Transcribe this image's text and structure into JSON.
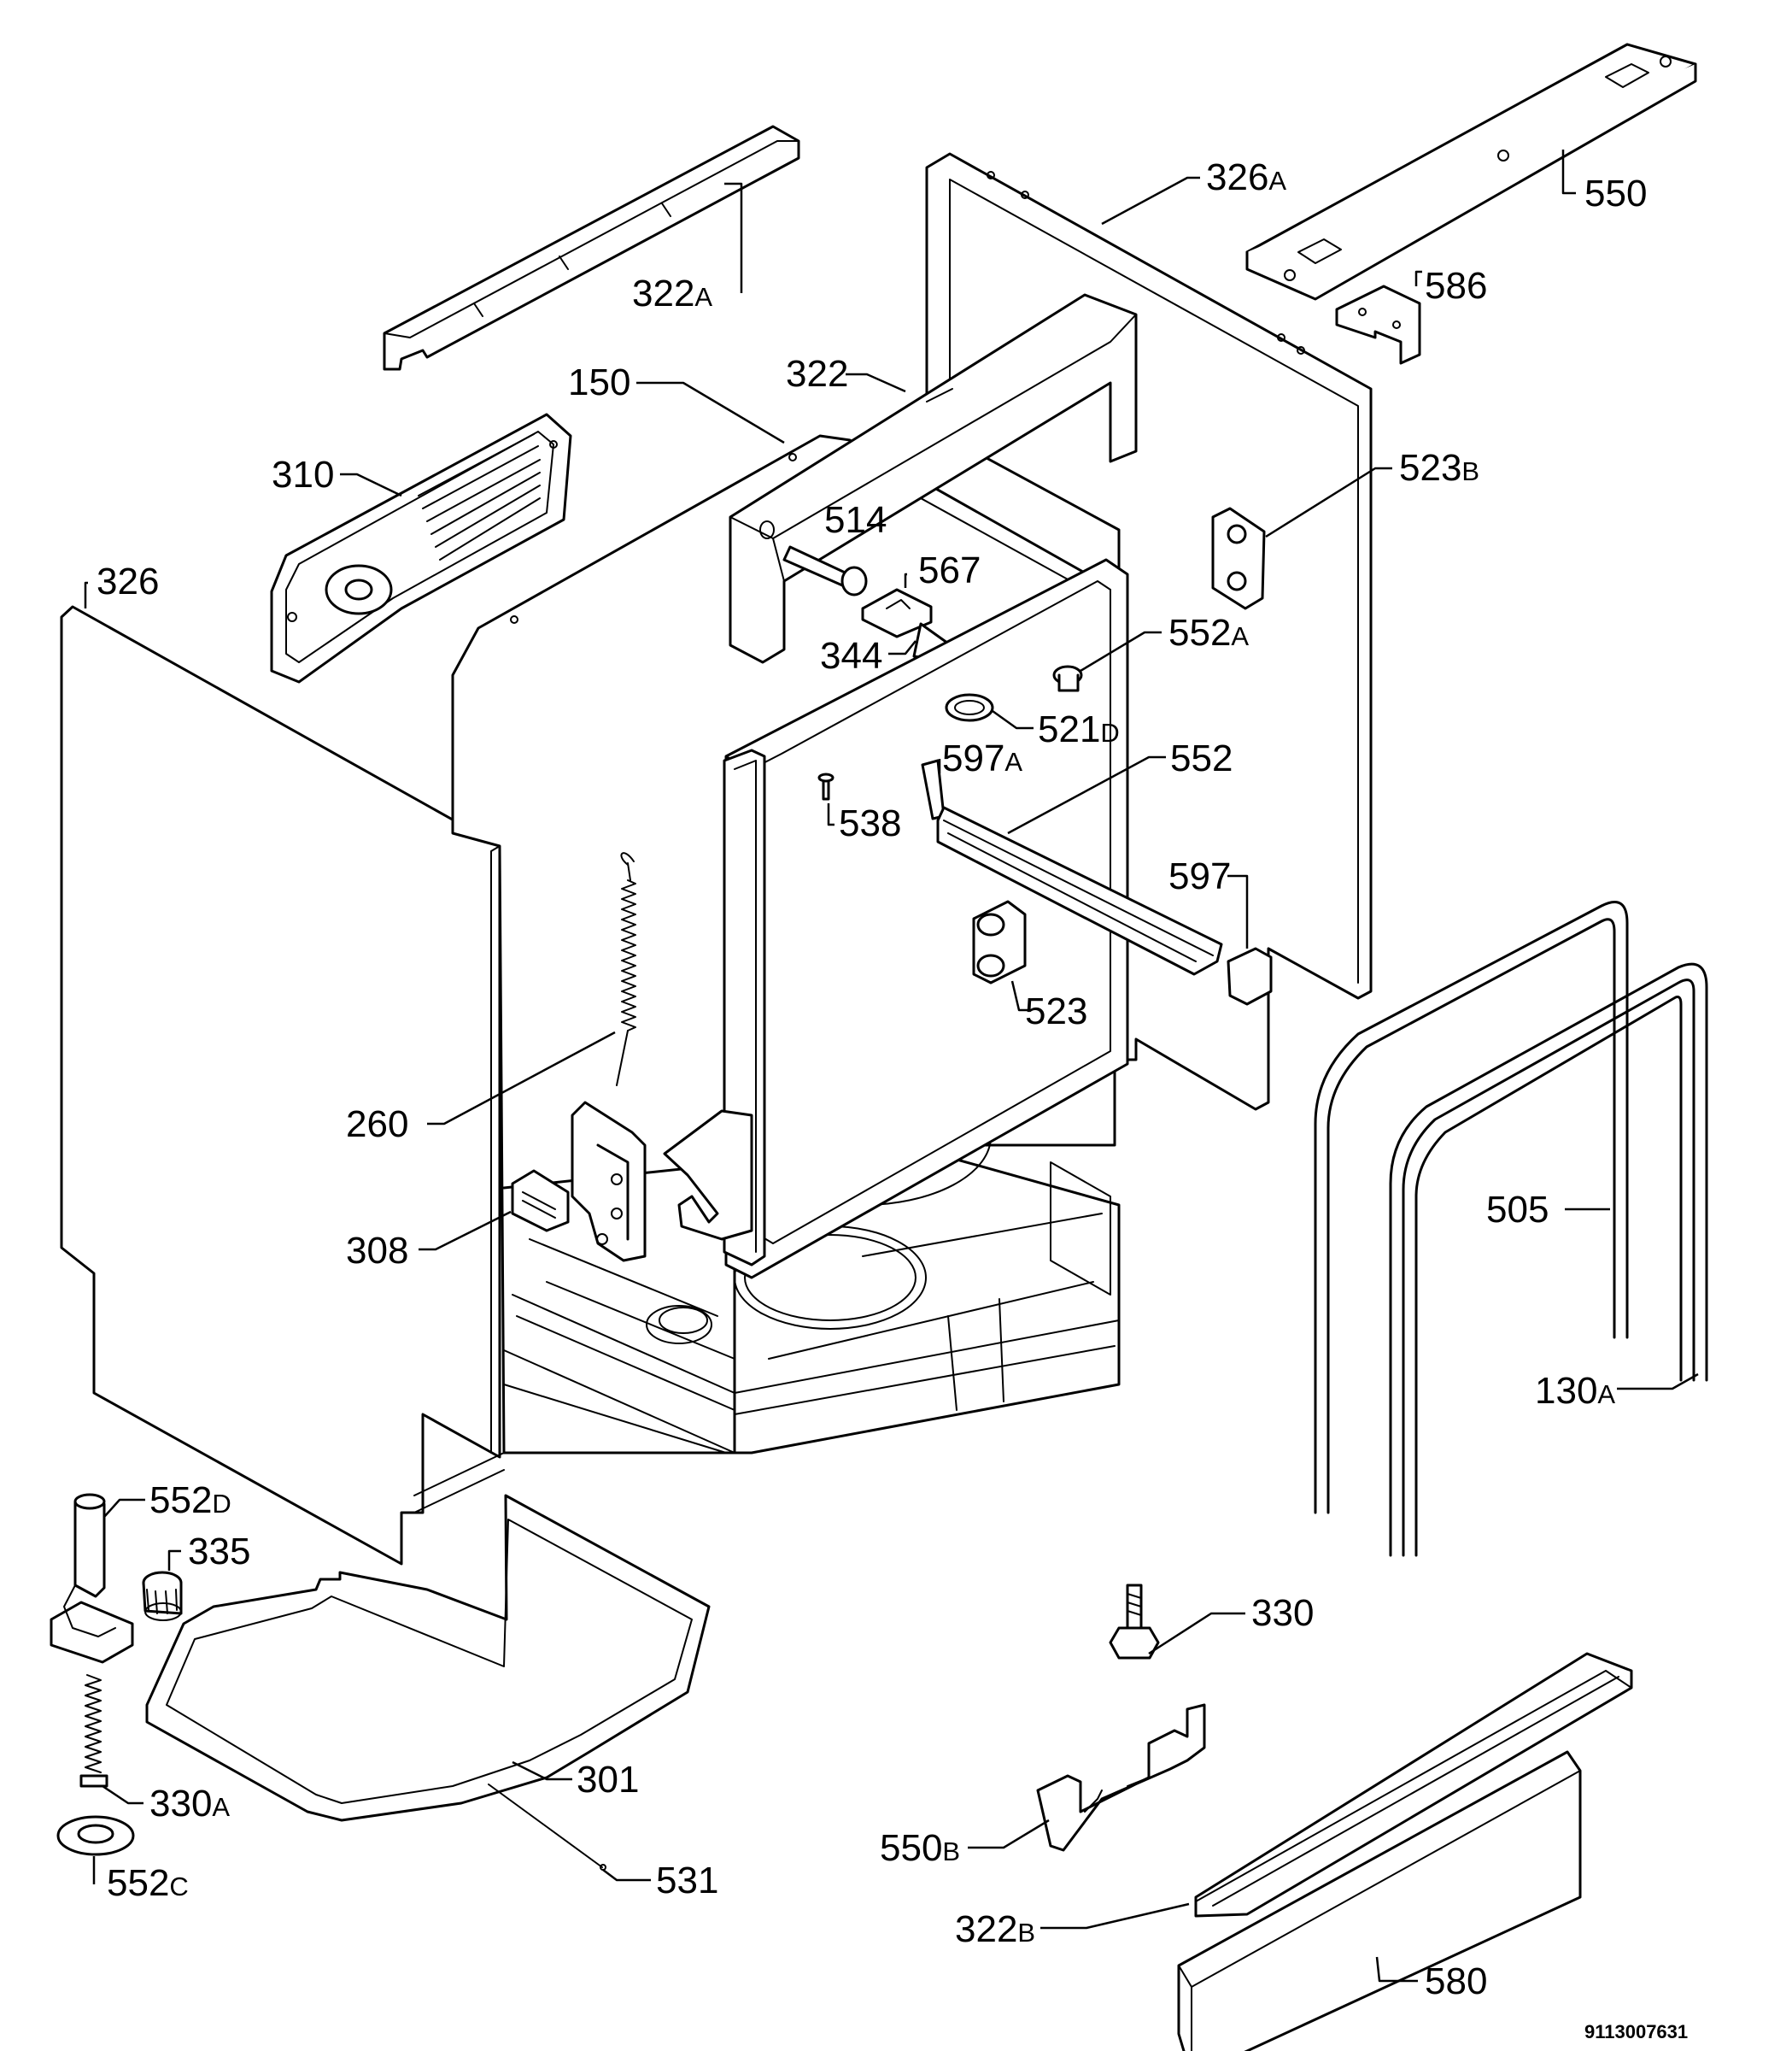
{
  "callouts": {
    "c322A": {
      "num": "322",
      "suffix": "A"
    },
    "c326A": {
      "num": "326",
      "suffix": "A"
    },
    "c550": {
      "num": "550",
      "suffix": ""
    },
    "c586": {
      "num": "586",
      "suffix": ""
    },
    "c150": {
      "num": "150",
      "suffix": ""
    },
    "c322": {
      "num": "322",
      "suffix": ""
    },
    "c310": {
      "num": "310",
      "suffix": ""
    },
    "c523B": {
      "num": "523",
      "suffix": "B"
    },
    "c514": {
      "num": "514",
      "suffix": ""
    },
    "c326": {
      "num": "326",
      "suffix": ""
    },
    "c567": {
      "num": "567",
      "suffix": ""
    },
    "c552A": {
      "num": "552",
      "suffix": "A"
    },
    "c344": {
      "num": "344",
      "suffix": ""
    },
    "c521D": {
      "num": "521",
      "suffix": "D"
    },
    "c597A": {
      "num": "597",
      "suffix": "A"
    },
    "c552": {
      "num": "552",
      "suffix": ""
    },
    "c538": {
      "num": "538",
      "suffix": ""
    },
    "c597": {
      "num": "597",
      "suffix": ""
    },
    "c523": {
      "num": "523",
      "suffix": ""
    },
    "c260": {
      "num": "260",
      "suffix": ""
    },
    "c505": {
      "num": "505",
      "suffix": ""
    },
    "c308": {
      "num": "308",
      "suffix": ""
    },
    "c130A": {
      "num": "130",
      "suffix": "A"
    },
    "c552D": {
      "num": "552",
      "suffix": "D"
    },
    "c335": {
      "num": "335",
      "suffix": ""
    },
    "c330": {
      "num": "330",
      "suffix": ""
    },
    "c301": {
      "num": "301",
      "suffix": ""
    },
    "c330A": {
      "num": "330",
      "suffix": "A"
    },
    "c550B": {
      "num": "550",
      "suffix": "B"
    },
    "c552C": {
      "num": "552",
      "suffix": "C"
    },
    "c531": {
      "num": "531",
      "suffix": ""
    },
    "c322B": {
      "num": "322",
      "suffix": "B"
    },
    "c580": {
      "num": "580",
      "suffix": ""
    }
  },
  "drawing_ref": "9113007631"
}
